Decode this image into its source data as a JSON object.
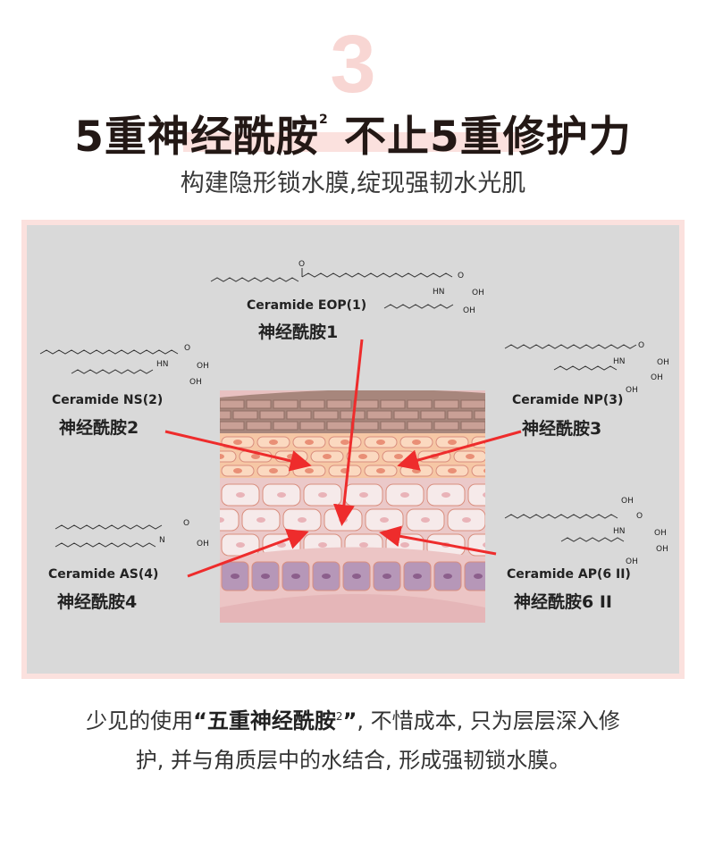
{
  "header": {
    "number": "3",
    "title_a": "5重神经酰胺",
    "title_sup": "2",
    "title_b": " 不止5重修护力",
    "subtitle": "构建隐形锁水膜,绽现强韧水光肌"
  },
  "ceramides": [
    {
      "en": "Ceramide EOP(1)",
      "cn": "神经酰胺1"
    },
    {
      "en": "Ceramide NS(2)",
      "cn": "神经酰胺2"
    },
    {
      "en": "Ceramide NP(3)",
      "cn": "神经酰胺3"
    },
    {
      "en": "Ceramide AS(4)",
      "cn": "神经酰胺4"
    },
    {
      "en": "Ceramide AP(6 II)",
      "cn": "神经酰胺6 II"
    }
  ],
  "atoms": {
    "O": "O",
    "HN": "HN",
    "OH": "OH",
    "N": "N"
  },
  "footer": {
    "p1a": "少见的使用",
    "p1q1": "“",
    "p1b": "五重神经酰胺",
    "p1sup": "2",
    "p1q2": "”",
    "p1c": ", 不惜成本, 只为层层深入修",
    "p2": "护, 并与角质层中的水结合, 形成强韧锁水膜。"
  },
  "colors": {
    "accent": "#f8d6d3",
    "arrow": "#ee2c2c",
    "panel": "#d9d9d9"
  }
}
